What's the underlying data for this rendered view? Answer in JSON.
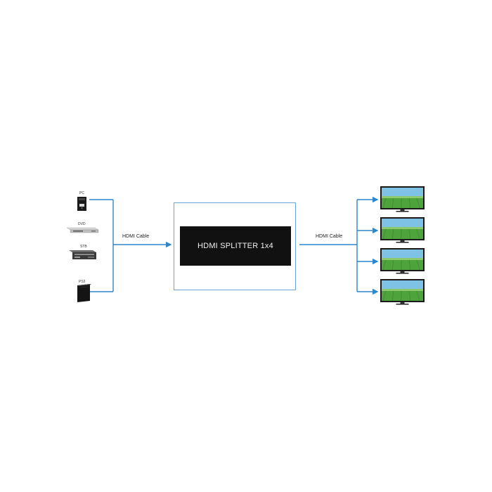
{
  "sources": [
    {
      "label": "PC",
      "icon": "pc-tower-icon"
    },
    {
      "label": "DVD",
      "icon": "dvd-player-icon"
    },
    {
      "label": "STB",
      "icon": "set-top-box-icon"
    },
    {
      "label": "PS3",
      "icon": "game-console-icon"
    }
  ],
  "input_cable_label": "HDMI  Cable",
  "output_cable_label": "HDMI  Cable",
  "splitter_label": "HDMI SPLITTER 1x4",
  "displays": [
    {
      "icon": "tv-display-icon"
    },
    {
      "icon": "tv-display-icon"
    },
    {
      "icon": "tv-display-icon"
    },
    {
      "icon": "tv-display-icon"
    }
  ],
  "colors": {
    "connector": "#2f86c9",
    "frame": "#6aa3d8",
    "splitter": "#111111"
  }
}
